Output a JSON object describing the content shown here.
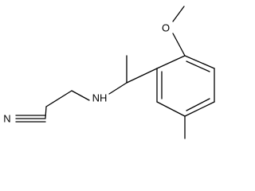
{
  "molecule": {
    "atoms": {
      "oxygen": "O",
      "amine": "NH",
      "nitrile_n": "N"
    },
    "colors": {
      "bond": "#000000",
      "label": "#000000",
      "background": "#ffffff"
    }
  }
}
